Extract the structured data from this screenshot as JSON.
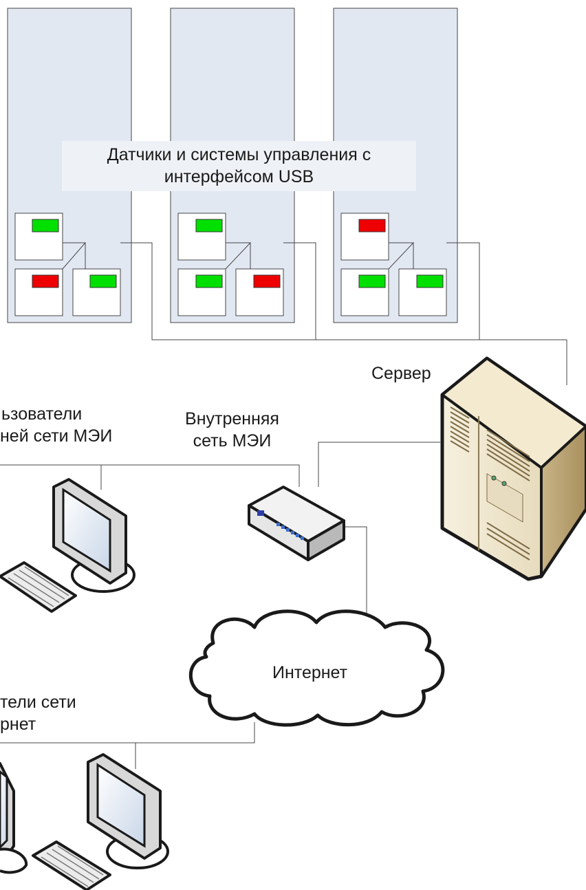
{
  "title_box": {
    "line1": "Датчики и системы управления с",
    "line2": "интерфейсом USB"
  },
  "labels": {
    "server": "Сервер",
    "internal_net_line1": "Внутренняя",
    "internal_net_line2": "сеть МЭИ",
    "users_internal_line1": "ьзователи",
    "users_internal_line2": "ней сети МЭИ",
    "internet": "Интернет",
    "users_internet_line1": "тели сети",
    "users_internet_line2": "рнет"
  },
  "racks": [
    {
      "devices": [
        {
          "led": "green"
        },
        {
          "led": "red"
        },
        {
          "led": "green"
        }
      ]
    },
    {
      "devices": [
        {
          "led": "green"
        },
        {
          "led": "green"
        },
        {
          "led": "red"
        }
      ]
    },
    {
      "devices": [
        {
          "led": "red"
        },
        {
          "led": "green"
        },
        {
          "led": "green"
        }
      ]
    }
  ],
  "colors": {
    "led_green": "#00e000",
    "led_red": "#ee0000",
    "rack_fill": "#e2e8f2",
    "line": "#333333",
    "server_body": "#efe6cf"
  }
}
